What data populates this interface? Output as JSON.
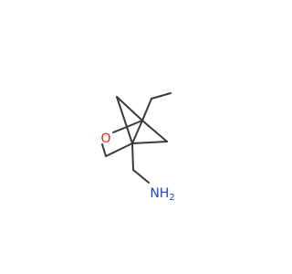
{
  "diagram": {
    "type": "skeletal-formula",
    "atoms": [
      {
        "id": "O",
        "label": "O",
        "color": "#e8231c"
      },
      {
        "id": "N",
        "label": "NH",
        "subscript": "2",
        "color": "#1f3fd6"
      }
    ],
    "colors": {
      "bond": "#3a3a3a"
    }
  }
}
